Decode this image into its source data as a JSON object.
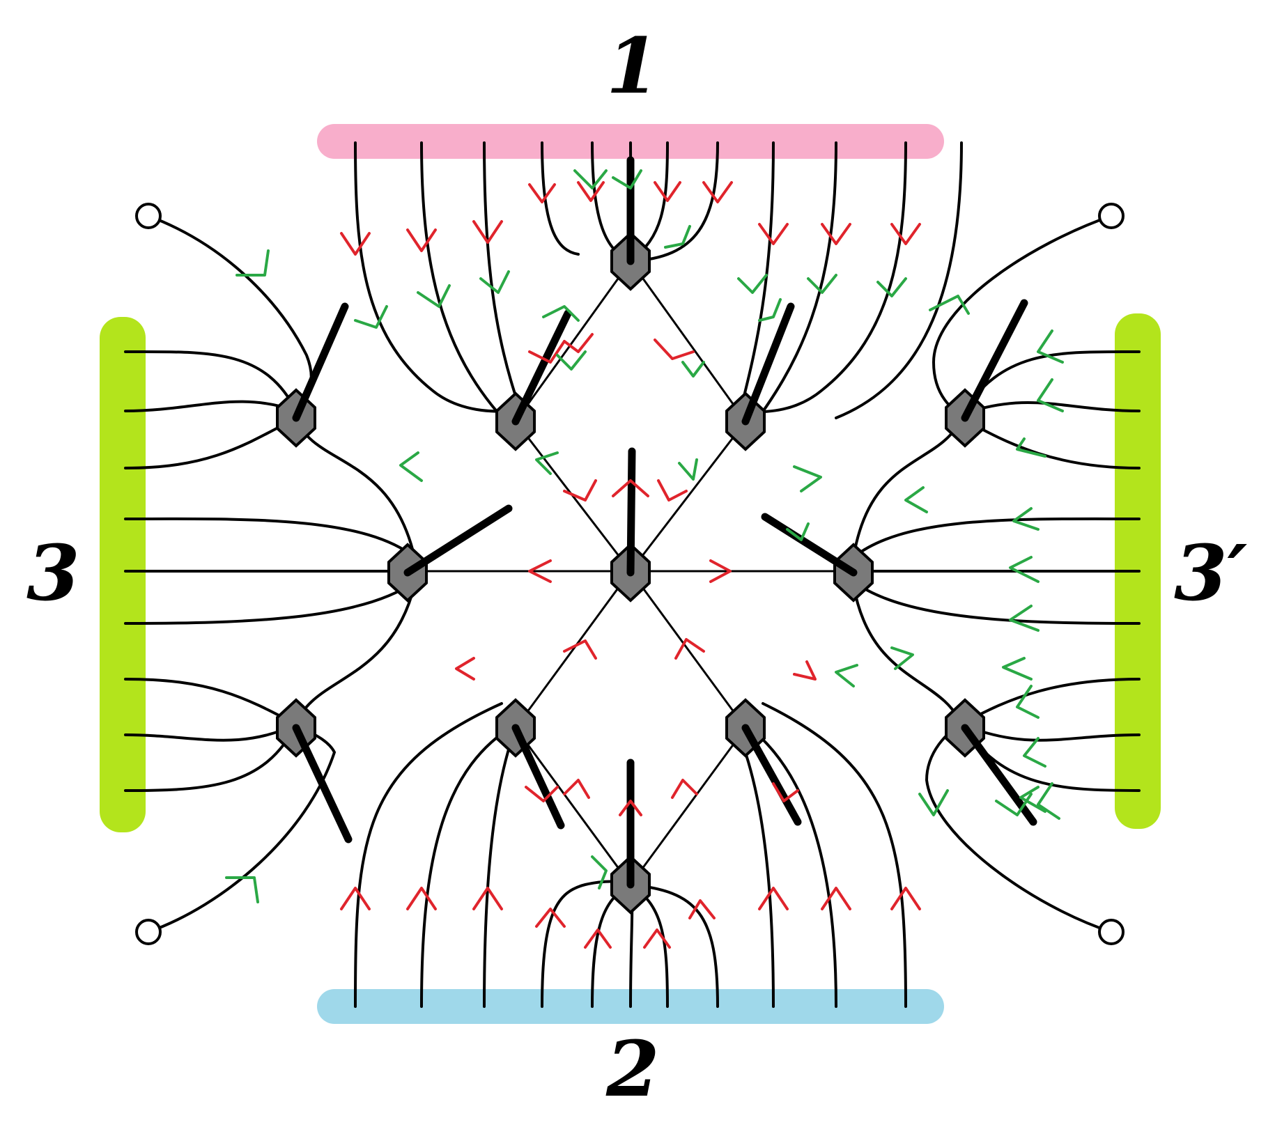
{
  "labels": {
    "top": "1",
    "bottom": "2",
    "left": "3",
    "right": "3′"
  },
  "colors": {
    "top_reservoir": "#f8aecb",
    "bottom_reservoir": "#9fd8ea",
    "side_reservoirs": "#b3e41c",
    "node_fill": "#7a7a7a",
    "curve": "#000000",
    "arrow_red": "#e0242c",
    "arrow_green": "#2aa845"
  },
  "icons": {
    "node": "hexagon-node-icon",
    "terminal": "open-circle-terminal-icon"
  }
}
